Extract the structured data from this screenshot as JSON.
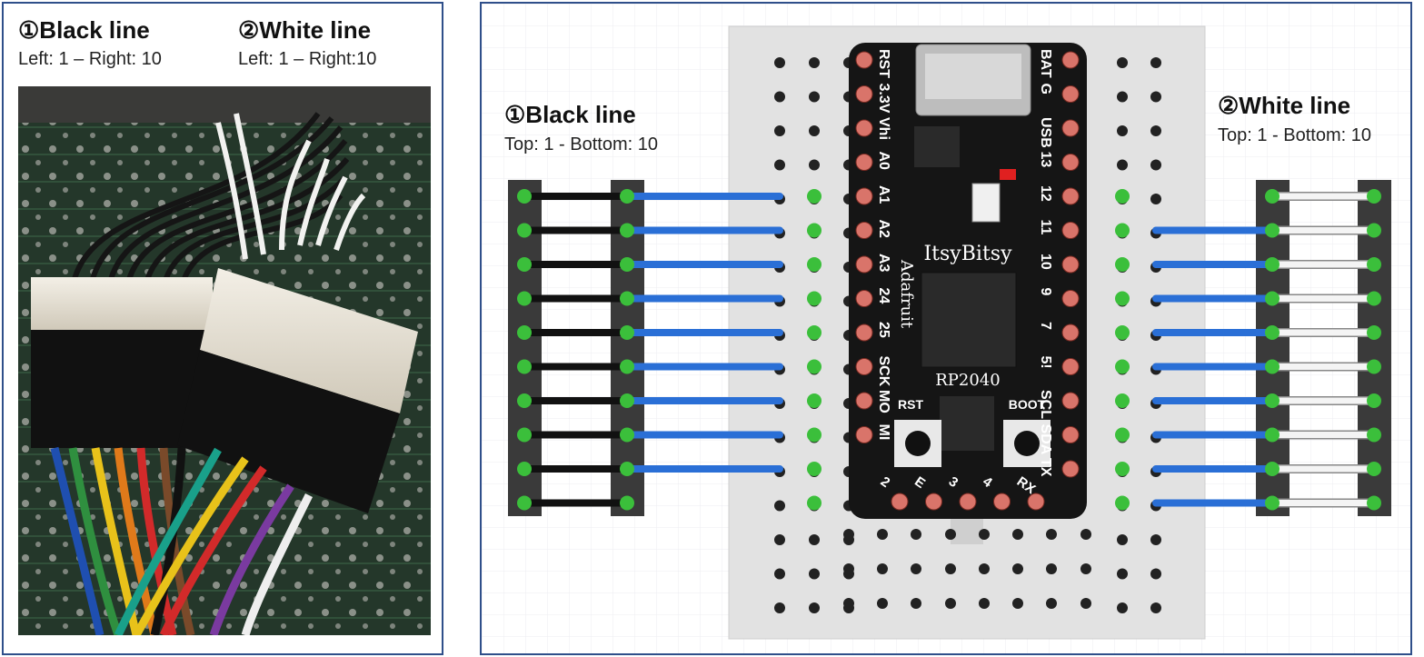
{
  "left_panel": {
    "black_title": "①Black line",
    "black_sub": "Left: 1 – Right: 10",
    "white_title": "②White line",
    "white_sub": "Left: 1 – Right:10"
  },
  "right_panel": {
    "black_title": "①Black line",
    "black_sub": "Top: 1 -  Bottom: 10",
    "white_title": "②White line",
    "white_sub": "Top: 1 -  Bottom: 10"
  },
  "board": {
    "name": "ItsyBitsy",
    "brand": "Adafruit",
    "chip": "RP2040",
    "left_pins": [
      "RST",
      "3.3V",
      "Vhi",
      "A0",
      "A1",
      "A2",
      "A3",
      "24",
      "25",
      "SCK",
      "MO",
      "MI"
    ],
    "right_pins": [
      "BAT",
      "G",
      "USB",
      "13",
      "12",
      "11",
      "10",
      "9",
      "7",
      "5!",
      "SCL",
      "SDA",
      "TX"
    ],
    "bottom_pins": [
      "2",
      "E",
      "3",
      "4",
      "RX"
    ],
    "button_left": "RST",
    "button_right": "BOOT"
  },
  "colors": {
    "frame": "#2f4f8a",
    "wire_blue": "#2a6fd6",
    "wire_black": "#111111",
    "wire_white": "#f4f4f4",
    "pin_green": "#3bbf3b",
    "board_black": "#151515",
    "pad_pink": "#d9746a",
    "breadboard": "#e2e2e2"
  }
}
